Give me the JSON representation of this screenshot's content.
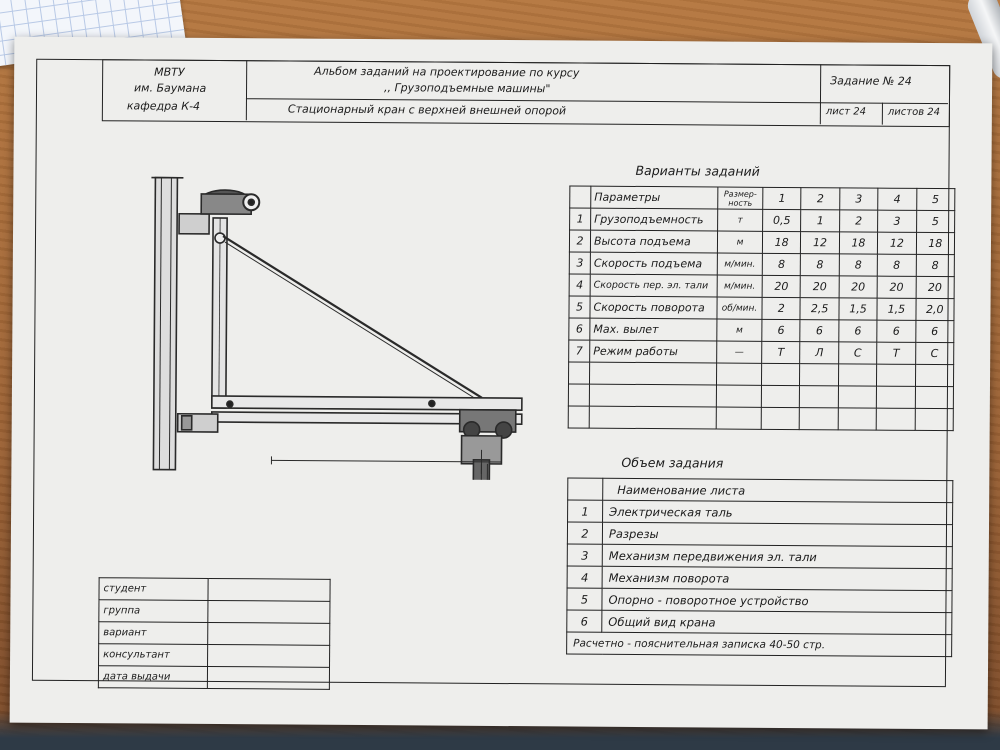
{
  "header": {
    "org_line1": "МВТУ",
    "org_line2": "им. Баумана",
    "org_line3": "кафедра  К-4",
    "album_line1": "Альбом  заданий  на  проектирование   по  курсу",
    "album_line2": ",, Грузоподъемные  машины\"",
    "task_no": "Задание  № 24",
    "subtitle": "Стационарный  кран  с верхней  внешней  опорой",
    "sheet": "лист 24",
    "sheets": "листов 24"
  },
  "variants": {
    "title": "Варианты  заданий",
    "header": [
      "",
      "Параметры",
      "Размер-ность",
      "1",
      "2",
      "3",
      "4",
      "5"
    ],
    "rows": [
      [
        "1",
        "Грузоподъемность",
        "т",
        "0,5",
        "1",
        "2",
        "3",
        "5"
      ],
      [
        "2",
        "Высота подъема",
        "м",
        "18",
        "12",
        "18",
        "12",
        "18"
      ],
      [
        "3",
        "Скорость подъема",
        "м/мин.",
        "8",
        "8",
        "8",
        "8",
        "8"
      ],
      [
        "4",
        "Скорость пер. эл. тали",
        "м/мин.",
        "20",
        "20",
        "20",
        "20",
        "20"
      ],
      [
        "5",
        "Скорость поворота",
        "об/мин.",
        "2",
        "2,5",
        "1,5",
        "1,5",
        "2,0"
      ],
      [
        "6",
        "Max. вылет",
        "м",
        "6",
        "6",
        "6",
        "6",
        "6"
      ],
      [
        "7",
        "Режим работы",
        "—",
        "Т",
        "Л",
        "С",
        "Т",
        "С"
      ]
    ]
  },
  "scope": {
    "title": "Объем  задания",
    "header": "Наименование  листа",
    "items": [
      [
        "1",
        "Электрическая  таль"
      ],
      [
        "2",
        "Разрезы"
      ],
      [
        "3",
        "Механизм  передвижения  эл. тали"
      ],
      [
        "4",
        "Механизм  поворота"
      ],
      [
        "5",
        "Опорно - поворотное  устройство"
      ],
      [
        "6",
        "Общий  вид  крана"
      ]
    ],
    "note": "Расчетно - пояснительная  записка  40-50 стр."
  },
  "student_block": {
    "rows": [
      "студент",
      "группа",
      "вариант",
      "консультант",
      "дата выдачи"
    ]
  },
  "colors": {
    "paper": "#eeeeec",
    "ink": "#222222",
    "desk": "#a46a3a"
  }
}
